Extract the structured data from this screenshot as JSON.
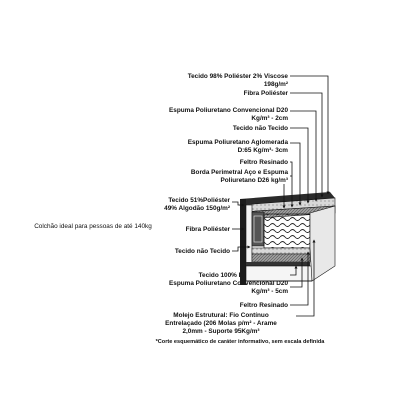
{
  "side_note": "Colchão ideal para pessoas de até 140kg",
  "labels": {
    "tecido_viscose_1": "Tecido 98% Poliéster 2% Viscose",
    "tecido_viscose_2": "198g/m²",
    "fibra_poliester_top": "Fibra Poliéster",
    "espuma_d20_top_1": "Espuma Poliuretano Convencional D20",
    "espuma_d20_top_2": "Kg/m³ - 2cm",
    "tecido_nao_tecido_top": "Tecido não Tecido",
    "aglomerada_1": "Espuma Poliuretano Aglomerada",
    "aglomerada_2": "D:65 Kg/m³- 3cm",
    "feltro_top": "Feltro Resinado",
    "borda_1": "Borda Perimetral Aço e Espuma",
    "borda_2": "Poliuretano D26 kg/m³",
    "tecido_51_1": "Tecido 51%Poliéster",
    "tecido_51_2": "49% Algodão 150g/m²",
    "fibra_poliester_mid": "Fibra Poliéster",
    "tecido_nao_tecido_mid": "Tecido não Tecido",
    "tecido_100": "Tecido 100% Poliéster 67g/m²",
    "espuma_d20_bot_1": "Espuma Poliuretano Convencional D20",
    "espuma_d20_bot_2": "Kg/m³ - 5cm",
    "feltro_bot": "Feltro Resinado",
    "molejo_1": "Molejo Estrutural: Fio Contínuo",
    "molejo_2": "Entrelaçado (206 Molas p/m² - Arame",
    "molejo_3": "2,0mm - Suporte 95Kg/m³"
  },
  "footnote": "*Corte esquemático de caráter informativo, sem escala definida"
}
